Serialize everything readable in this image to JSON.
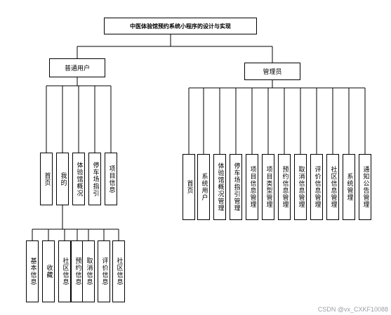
{
  "diagram": {
    "root": "中医体验馆预约系统小程序的设计与实现",
    "user": {
      "label": "普通用户",
      "children": [
        "首页",
        "我的",
        "体验馆概况",
        "停车场指引",
        "项目信息"
      ],
      "sub": [
        "基本信息",
        "收藏",
        "社区信息",
        "预约信息",
        "取消信息",
        "评价信息",
        "社区信息"
      ]
    },
    "admin": {
      "label": "管理员",
      "children": [
        "首页",
        "系统用户",
        "体验馆概况管理",
        "停车场指引管理",
        "项目信息管理",
        "项目类型管理",
        "预约信息管理",
        "取消信息管理",
        "评价信息管理",
        "社区信息管理",
        "系统管理",
        "通知公告管理"
      ]
    }
  },
  "watermark": "CSDN @vx_CXKF10088"
}
